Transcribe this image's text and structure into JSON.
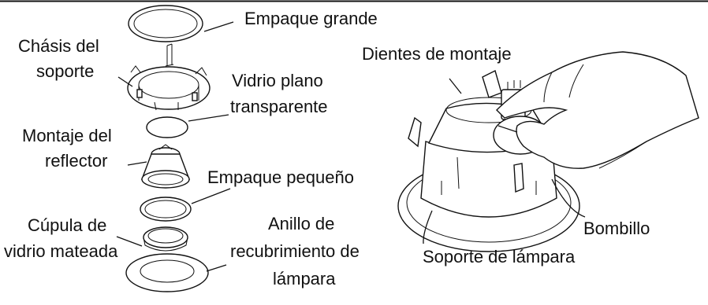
{
  "labels": {
    "large_gasket": "Empaque grande",
    "chassis_line1": "Chásis del",
    "chassis_line2": "soporte",
    "glass_line1": "Vidrio plano",
    "glass_line2": "transparente",
    "reflector_line1": "Montaje del",
    "reflector_line2": "reflector",
    "small_gasket": "Empaque pequeño",
    "dome_line1": "Cúpula de",
    "dome_line2": "vidrio mateada",
    "ring_line1": "Anillo de",
    "ring_line2": "recubrimiento de",
    "ring_line3": "lámpara",
    "mounting_teeth": "Dientes de montaje",
    "bulb": "Bombillo",
    "lamp_support": "Soporte de lámpara"
  },
  "colors": {
    "line": "#111111",
    "background": "#ffffff"
  }
}
